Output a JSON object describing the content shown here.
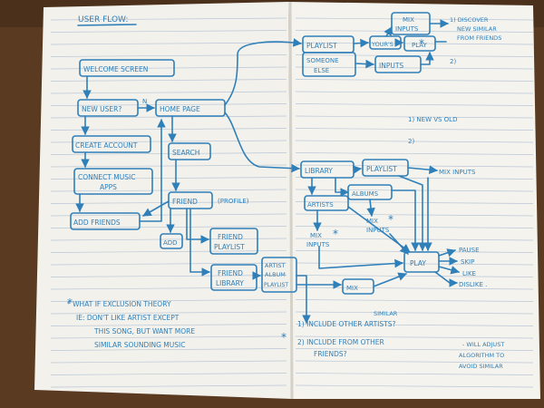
{
  "colors": {
    "ink": "#2f7fb9",
    "table": "#5a3b22",
    "paper_left": "#f2f1ec",
    "paper_right": "#f4f3ee",
    "rule": "#b9c6d6"
  },
  "title": "USER FLOW:",
  "nodes": {
    "welcome": "WELCOME SCREEN",
    "new_user": "NEW USER?",
    "edge_n": "N",
    "home": "HOME PAGE",
    "create": "CREATE ACCOUNT",
    "connect_1": "CONNECT MUSIC",
    "connect_2": "APPS",
    "add_friends": "ADD FRIENDS",
    "search": "SEARCH",
    "friend": "FRIEND",
    "friend_profile": "(PROFILE)",
    "add": "ADD",
    "friend_playlist_1": "FRIEND",
    "friend_playlist_2": "PLAYLIST",
    "friend_library_1": "FRIEND",
    "friend_library_2": "LIBRARY",
    "artist_album_1": "ARTIST",
    "artist_album_2": "ALBUM",
    "artist_album_3": "PLAYLIST",
    "playlist": "PLAYLIST",
    "yours": "YOUR'S",
    "play": "PLAY",
    "mix_inputs_top_1": "MIX",
    "mix_inputs_top_2": "INPUTS",
    "someone_1": "SOMEONE",
    "someone_2": "ELSE",
    "inputs": "INPUTS",
    "library": "LIBRARY",
    "playlist2": "PLAYLIST",
    "mix_inputs_right": "MIX INPUTS",
    "albums": "ALBUMS",
    "artists": "ARTISTS",
    "mix_inputs_mid_1": "MIX",
    "mix_inputs_mid_2": "INPUTS",
    "mix_inputs_left_1": "MIX",
    "mix_inputs_left_2": "INPUTS",
    "play_main": "PLAY",
    "mix_bottom": "MIX",
    "pause": "PAUSE",
    "skip": "SKIP",
    "like": "LIKE",
    "dislike": "DISLIKE ."
  },
  "notes": {
    "discover_1": "1) DISCOVER",
    "discover_2": "NEW SIMILAR",
    "discover_3": "FROM FRIENDS",
    "num_2_top": "2)",
    "new_vs_old": "1) NEW VS OLD",
    "num_2_mid": "2)",
    "exclusion_1": "* WHAT IF EXCLUSION THEORY",
    "exclusion_2": "IE: DON'T LIKE ARTIST EXCEPT",
    "exclusion_3": "THIS SONG, BUT WANT MORE",
    "exclusion_4": "SIMILAR SOUNDING MUSIC",
    "similar_word": "SIMILAR",
    "include_1": "1) INCLUDE OTHER ARTISTS?",
    "include_2_a": "2) INCLUDE FROM OTHER",
    "include_2_b": "FRIENDS?",
    "adjust_1": "- WILL ADJUST",
    "adjust_2": "ALGORITHM TO",
    "adjust_3": "AVOID SIMILAR"
  }
}
